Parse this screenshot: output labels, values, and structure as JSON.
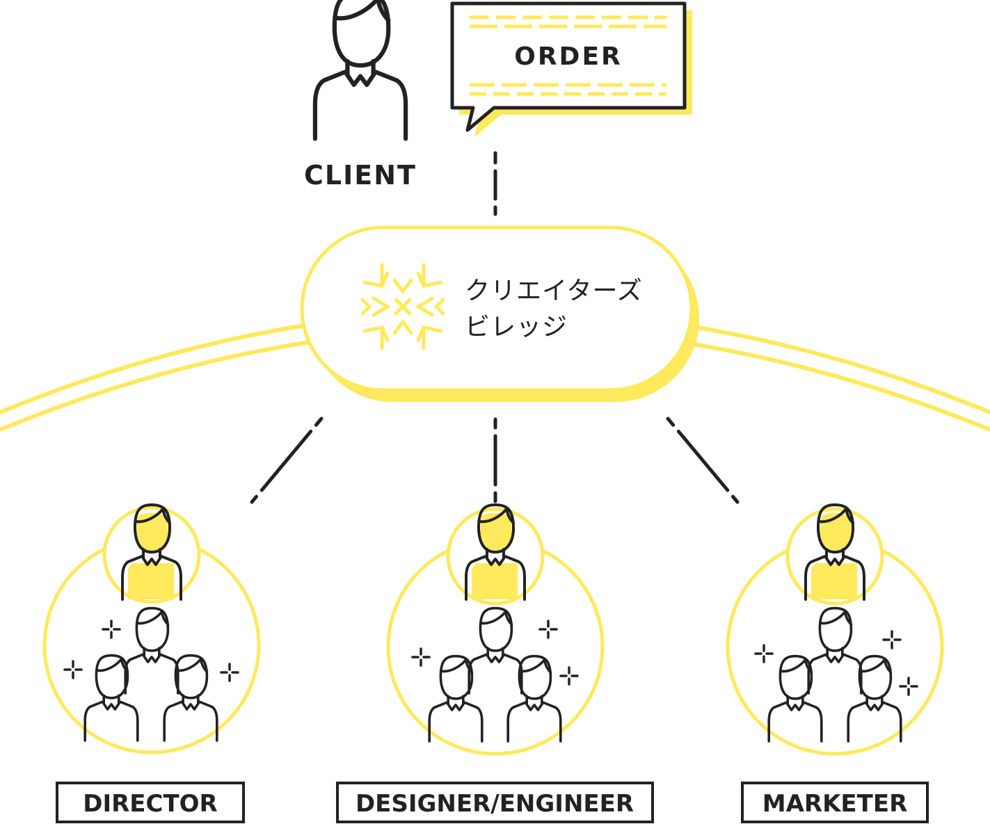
{
  "client": {
    "label": "CLIENT"
  },
  "order": {
    "label": "ORDER"
  },
  "hub": {
    "name_line1": "クリエイターズ",
    "name_line2": "ビレッジ"
  },
  "teams": [
    {
      "label": "DIRECTOR"
    },
    {
      "label": "DESIGNER/ENGINEER"
    },
    {
      "label": "MARKETER"
    }
  ],
  "colors": {
    "accent": "#FFE95C",
    "ink": "#222222",
    "background": "#FFFFFF"
  },
  "icons": {
    "client": "person-icon",
    "order": "speech-bubble-icon",
    "hub": "snowflake-logo-icon",
    "team": "team-group-icon",
    "sparkle": "sparkle-icon"
  }
}
